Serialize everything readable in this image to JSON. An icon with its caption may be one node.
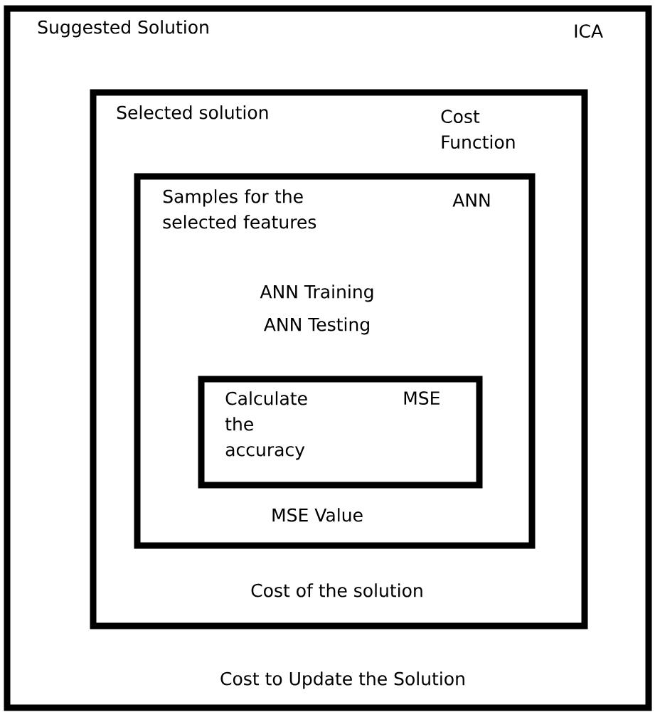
{
  "diagram": {
    "nodes": [
      {
        "text": [
          "Suggested Solution",
          "ICA",
          "Cost to Update the Solution"
        ]
      },
      {
        "text": [
          "Selected solution",
          "Cost Function",
          "Cost of the solution"
        ],
        "in": 0
      },
      {
        "text": [
          "Samples for the selected features",
          "ANN",
          "ANN Training",
          "ANN Testing",
          "MSE Value"
        ],
        "in": 1
      },
      {
        "text": [
          "Calculate the accuracy",
          "MSE"
        ],
        "in": 2
      }
    ]
  }
}
